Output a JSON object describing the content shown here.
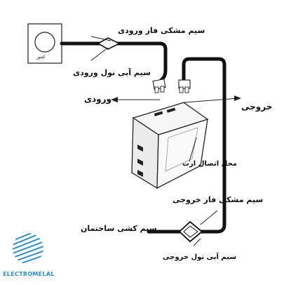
{
  "labels": {
    "input_phase_wire": "سیم مشکی فاز ورودی",
    "input_neutral_wire": "سیم آبی نول ورودی",
    "meter": "کنتور",
    "input": "ورودی",
    "output": "خروجی",
    "earth_connection": "محل اتصال ارت",
    "output_phase_wire": "سیم مشکی فاز خروجی",
    "building_wiring": "سیم کشی ساختمان",
    "output_neutral_wire": "سیم آبی نول خروجی"
  },
  "brand": {
    "name": "ELECTROMELAL",
    "color": "#2f8fc6"
  },
  "colors": {
    "wire": "#111111",
    "device_face": "#f4f4f4",
    "device_side": "#dcdcdc"
  }
}
